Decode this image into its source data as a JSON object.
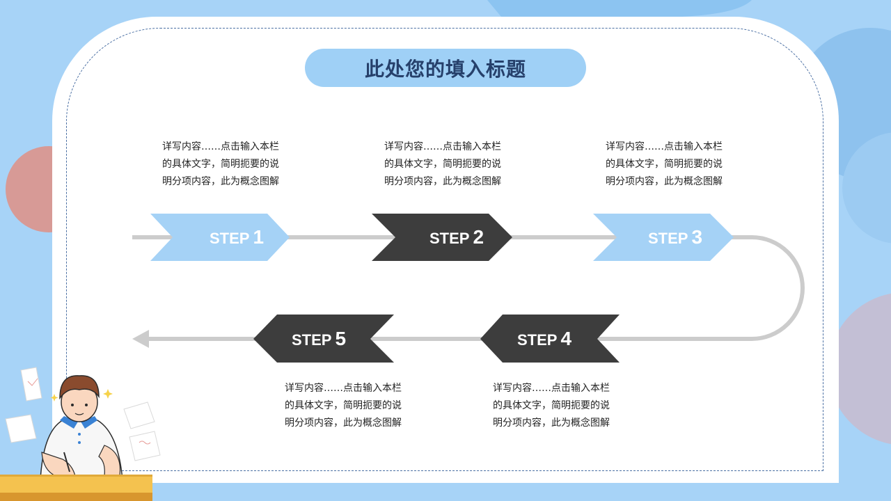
{
  "title": "此处您的填入标题",
  "steps": [
    {
      "prefix": "STEP",
      "number": "1",
      "style": "light"
    },
    {
      "prefix": "STEP",
      "number": "2",
      "style": "dark"
    },
    {
      "prefix": "STEP",
      "number": "3",
      "style": "light"
    },
    {
      "prefix": "STEP",
      "number": "4",
      "style": "dark"
    },
    {
      "prefix": "STEP",
      "number": "5",
      "style": "dark"
    }
  ],
  "descriptions": [
    [
      "详写内容……点击输入本栏",
      "的具体文字，简明扼要的说",
      "明分项内容，此为概念图解"
    ],
    [
      "详写内容……点击输入本栏",
      "的具体文字，简明扼要的说",
      "明分项内容，此为概念图解"
    ],
    [
      "详写内容……点击输入本栏",
      "的具体文字，简明扼要的说",
      "明分项内容，此为概念图解"
    ],
    [
      "详写内容……点击输入本栏",
      "的具体文字，简明扼要的说",
      "明分项内容，此为概念图解"
    ],
    [
      "详写内容……点击输入本栏",
      "的具体文字，简明扼要的说",
      "明分项内容，此为概念图解"
    ]
  ],
  "colors": {
    "light_arrow": "#a5d2f6",
    "dark_arrow": "#3d3d3d",
    "connector": "#cccccc",
    "title_bg": "#9fd0f6",
    "title_text": "#26406b"
  }
}
